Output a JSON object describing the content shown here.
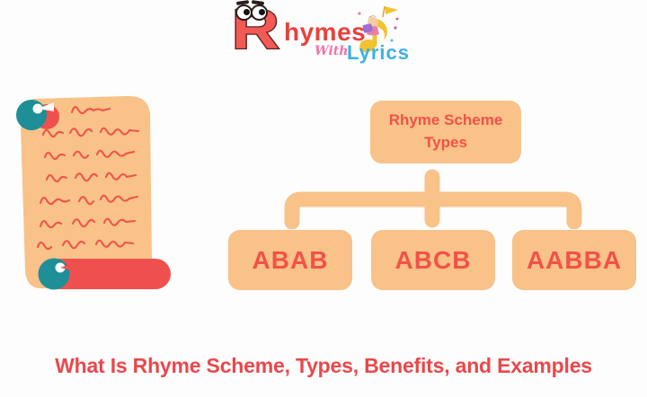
{
  "logo": {
    "letter": "R",
    "rest": "hymes",
    "with_word": "With",
    "lyrics": "Lyrics",
    "icons": {
      "mascot": "r-letter-with-googly-eyes-icon",
      "art": "child-reading-on-music-note-icon"
    }
  },
  "left_art": {
    "icon": "parchment-scroll-with-handwritten-poem-icon"
  },
  "flowchart": {
    "root_label": "Rhyme Scheme Types",
    "children": [
      {
        "label": "ABAB"
      },
      {
        "label": "ABCB"
      },
      {
        "label": "AABBA"
      }
    ]
  },
  "footer": {
    "title": "What Is Rhyme Scheme, Types, Benefits, and Examples"
  },
  "colors": {
    "background": "#FDFDFD",
    "box_fill": "#F8C289",
    "box_text": "#F15247",
    "connector": "#F8C289",
    "footer_text": "#E9484B",
    "logo_red": "#E8413C",
    "logo_pink": "#F272A7",
    "logo_blue": "#3BB1E6",
    "scroll_red": "#F0504D",
    "scroll_teal": "#1E8F96",
    "note_yellow": "#F2C230"
  }
}
